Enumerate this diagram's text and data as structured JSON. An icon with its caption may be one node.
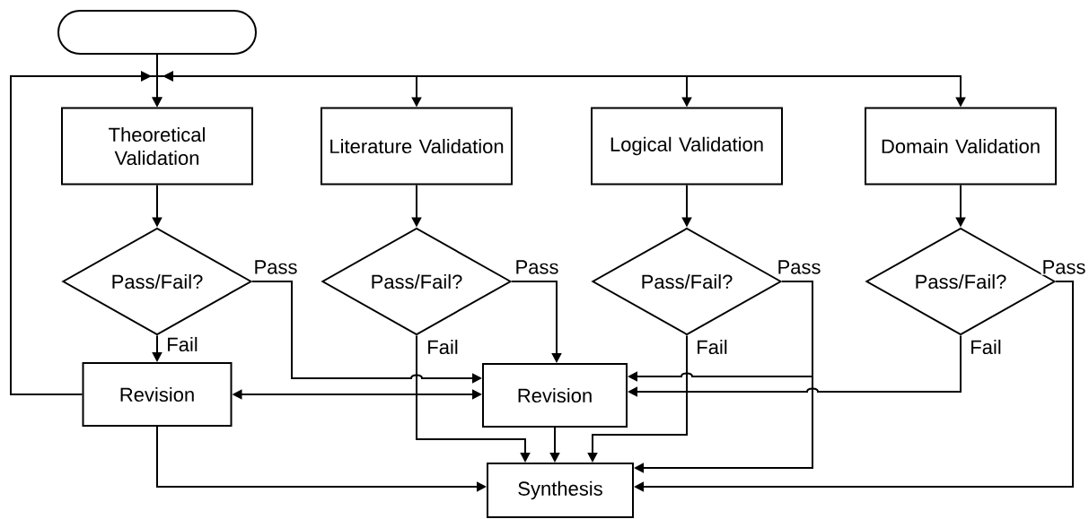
{
  "diagram": {
    "nodes": [
      {
        "text": [],
        "shape": "box"
      },
      {
        "text": [
          "Theoretical Validation"
        ]
      },
      {
        "text": [
          "Literature Validation"
        ]
      },
      {
        "text": [
          "Logical Validation"
        ]
      },
      {
        "text": [
          "Domain Validation"
        ]
      },
      {
        "text": [
          "Pass/Fail?"
        ]
      },
      {
        "text": [
          "Pass/Fail?"
        ]
      },
      {
        "text": [
          "Pass/Fail?"
        ]
      },
      {
        "text": [
          "Pass/Fail?"
        ]
      },
      {
        "text": [
          "Revision"
        ]
      },
      {
        "text": [
          "Revision"
        ]
      },
      {
        "text": [
          "Synthesis"
        ]
      }
    ],
    "edges": [
      {
        "from": 0,
        "to": 1,
        "arrow": "to"
      },
      {
        "from": 0,
        "to": 2,
        "arrow": "to"
      },
      {
        "from": 0,
        "to": 3,
        "arrow": "to"
      },
      {
        "from": 0,
        "to": 4,
        "arrow": "to"
      },
      {
        "from": 1,
        "to": 5,
        "arrow": "to"
      },
      {
        "from": 2,
        "to": 6,
        "arrow": "to"
      },
      {
        "from": 3,
        "to": 7,
        "arrow": "to"
      },
      {
        "from": 4,
        "to": 8,
        "arrow": "to"
      },
      {
        "from": 5,
        "to": 9,
        "arrow": "to",
        "label": "Fail"
      },
      {
        "from": 5,
        "to": 10,
        "arrow": "to",
        "label": "Pass"
      },
      {
        "from": 6,
        "to": 10,
        "arrow": "to",
        "label": "Pass"
      },
      {
        "from": 6,
        "to": 11,
        "arrow": "to",
        "label": "Fail"
      },
      {
        "from": 7,
        "to": 10,
        "arrow": "to",
        "label": "Pass"
      },
      {
        "from": 7,
        "to": 11,
        "arrow": "to"
      },
      {
        "from": 7,
        "to": 11,
        "arrow": "to",
        "label": "Fail"
      },
      {
        "from": 8,
        "to": 11,
        "arrow": "to",
        "label": "Pass"
      },
      {
        "from": 8,
        "to": 10,
        "arrow": "to",
        "label": "Fail"
      },
      {
        "from": 9,
        "to": 10,
        "arrow": "both"
      },
      {
        "from": 9,
        "to": 1,
        "arrow": "to"
      },
      {
        "from": 9,
        "to": 11,
        "arrow": "to"
      },
      {
        "from": 10,
        "to": 11,
        "arrow": "to"
      }
    ]
  }
}
